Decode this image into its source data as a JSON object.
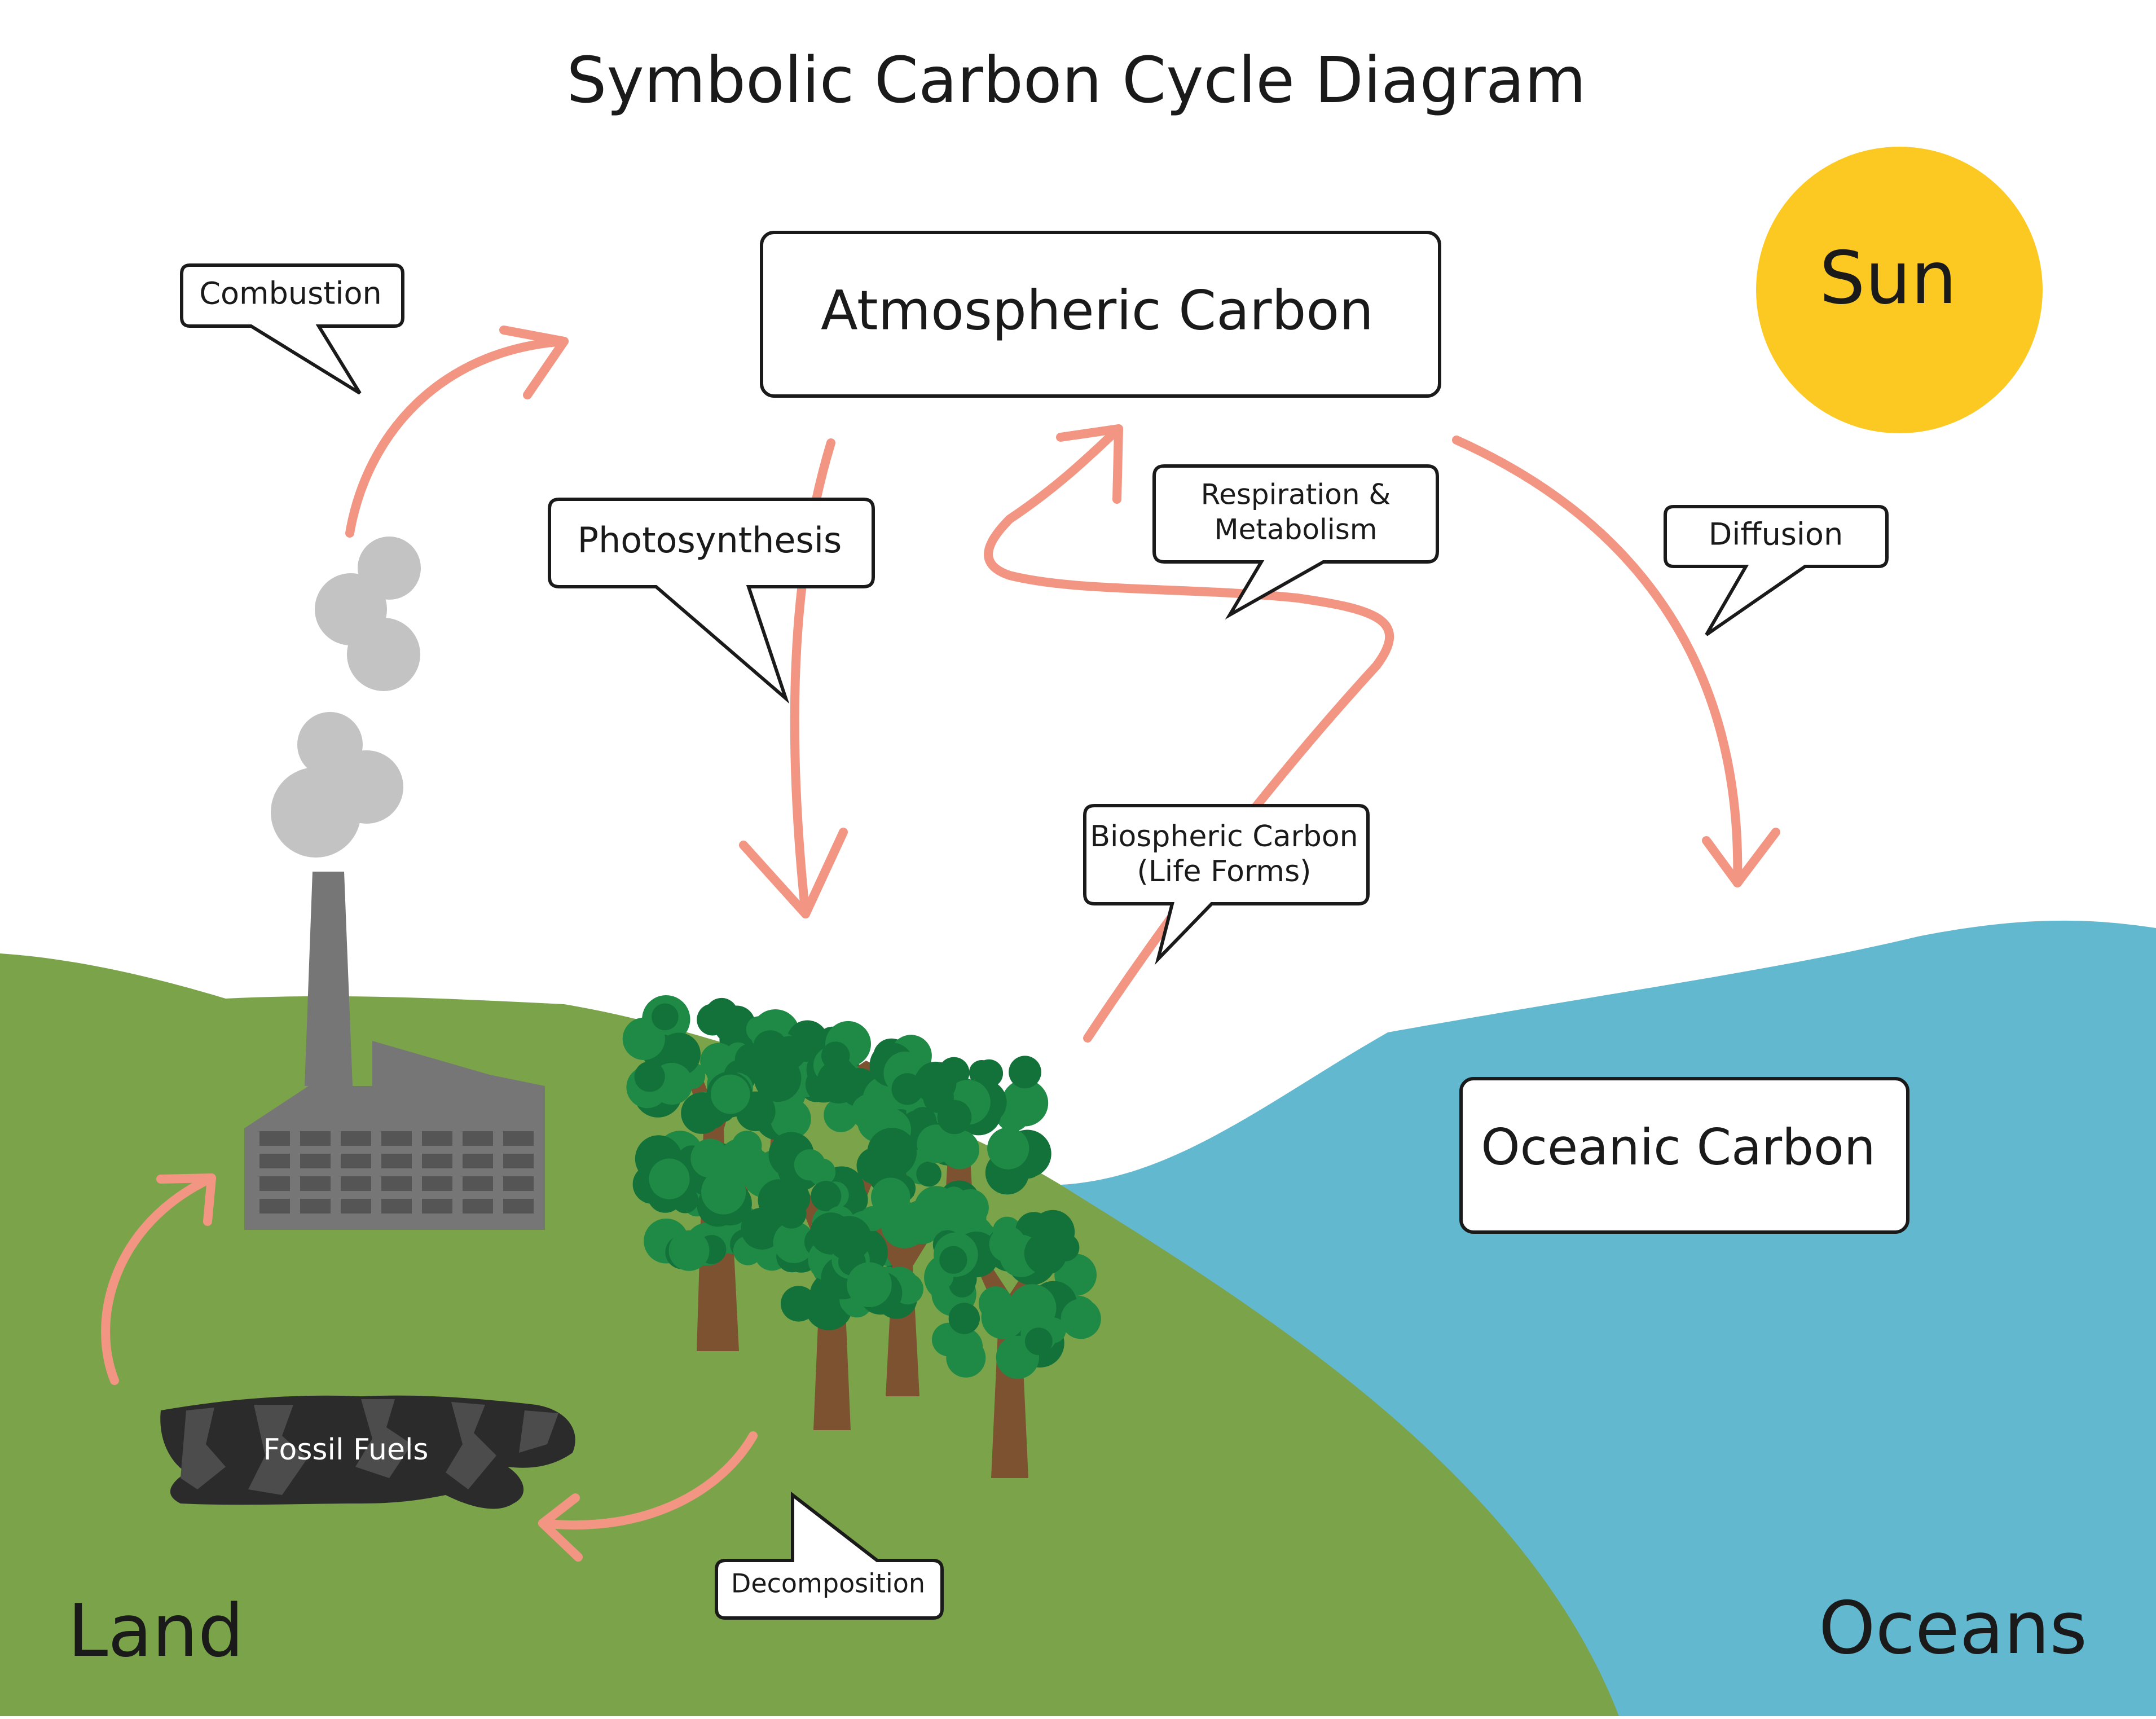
{
  "title": "Symbolic Carbon Cycle Diagram",
  "colors": {
    "land": "#7ba44a",
    "ocean": "#62b8cf",
    "sun": "#fcc923",
    "arrow": "#f29683",
    "factory": "#767676",
    "smoke": "#c3c3c3",
    "fossil_dark": "#2b2b2b",
    "fossil_mid": "#4c4c4c",
    "foliage": "#1f8a46",
    "foliage_dark": "#12723a",
    "trunk": "#7d5230",
    "outline": "#1a1a1a",
    "label_box": "#ffffff"
  },
  "boxes": {
    "atmospheric": "Atmospheric Carbon",
    "oceanic": "Oceanic Carbon"
  },
  "sun_label": "Sun",
  "region_labels": {
    "land": "Land",
    "oceans": "Oceans"
  },
  "fossil_label": "Fossil Fuels",
  "callouts": {
    "combustion": "Combustion",
    "photosynthesis": "Photosynthesis",
    "respiration_line1": "Respiration &",
    "respiration_line2": "Metabolism",
    "diffusion": "Diffusion",
    "biospheric_line1": "Biospheric Carbon",
    "biospheric_line2": "(Life Forms)",
    "decomposition": "Decomposition"
  },
  "icons": [
    "sun-icon",
    "factory-icon",
    "smoke-icon",
    "tree-icon",
    "fossil-fuels-icon"
  ]
}
